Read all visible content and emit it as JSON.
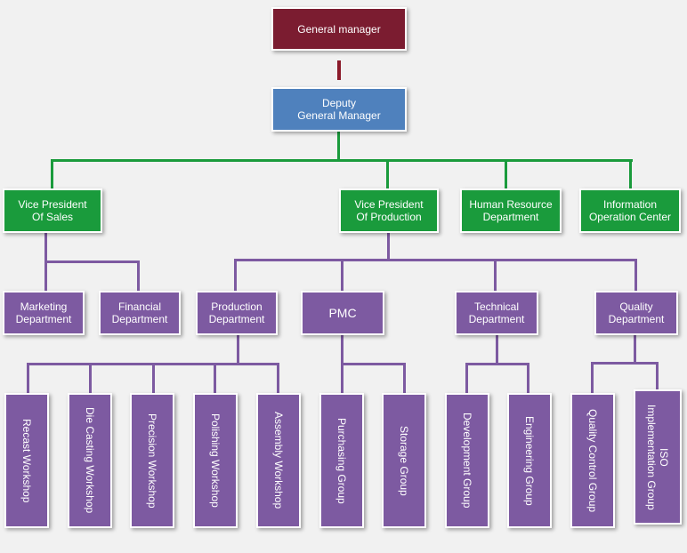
{
  "nodes": {
    "general_manager": "General manager",
    "deputy_gm": "Deputy\nGeneral Manager",
    "vp_sales": "Vice President\nOf Sales",
    "vp_production": "Vice President\nOf Production",
    "hr": "Human Resource\nDepartment",
    "info_center": "Information\nOperation Center",
    "marketing": "Marketing\nDepartment",
    "financial": "Financial\nDepartment",
    "production_dept": "Production\nDepartment",
    "pmc": "PMC",
    "technical": "Technical\nDepartment",
    "quality": "Quality\nDepartment",
    "recast": "Recast Workshop",
    "die_casting": "Die Casting Workshop",
    "precision": "Precision Workshop",
    "polishing": "Polishing Workshop",
    "assembly": "Assembly Workshop",
    "purchasing": "Purchasing Group",
    "storage": "Storage Group",
    "development": "Development Group",
    "engineering": "Engineering Group",
    "quality_control": "Quality Control Group",
    "iso": "ISO\nImplementation Group"
  },
  "colors": {
    "top": "#7b1c30",
    "deputy": "#4f81bd",
    "executive": "#1a9b3c",
    "department": "#7d5aa1",
    "background": "#f1f1f1"
  }
}
